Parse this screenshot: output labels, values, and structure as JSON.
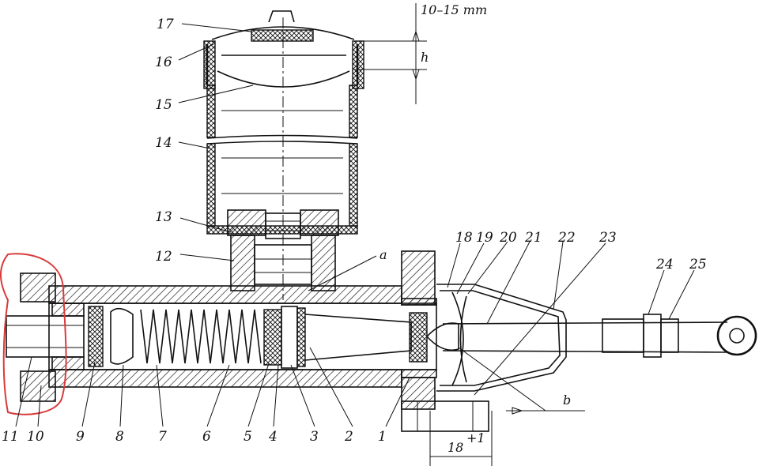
{
  "part_labels": [
    "1",
    "2",
    "3",
    "4",
    "5",
    "6",
    "7",
    "8",
    "9",
    "10",
    "11",
    "12",
    "13",
    "14",
    "15",
    "16",
    "17",
    "18",
    "19",
    "20",
    "21",
    "22",
    "23",
    "24",
    "25"
  ],
  "dimensions": {
    "clearance": "10–15 mm",
    "level": "h",
    "gap": "b",
    "port": "a",
    "offset": "18",
    "offset_tol": "+1"
  },
  "colors": {
    "ink": "#111111",
    "highlight": "#d93a3a",
    "background": "#ffffff"
  }
}
